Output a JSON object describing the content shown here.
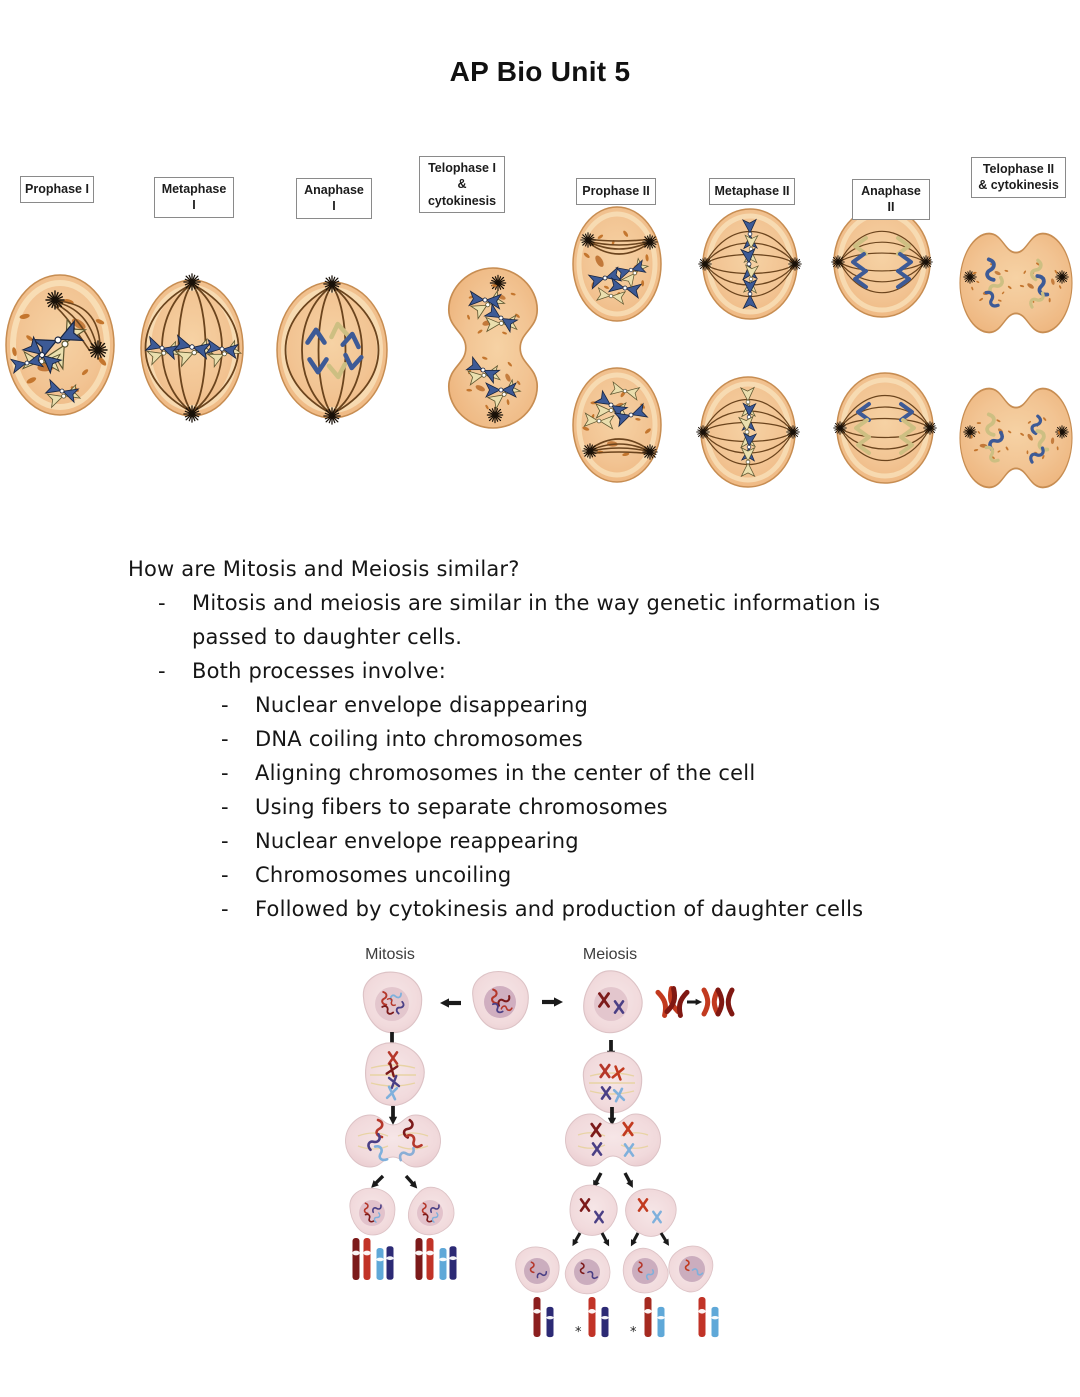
{
  "title": "AP Bio Unit 5",
  "stage_labels": [
    "Prophase I",
    "Metaphase I",
    "Anaphase I",
    "Telophase I\n& cytokinesis",
    "Prophase II",
    "Metaphase II",
    "Anaphase II",
    "Telophase II\n& cytokinesis"
  ],
  "notes": {
    "question": "How are Mitosis and Meiosis similar?",
    "dash": "-",
    "points": [
      "Mitosis and meiosis are similar in the way genetic information is passed to daughter cells.",
      "Both processes involve:"
    ],
    "sub_points": [
      "Nuclear envelope disappearing",
      "DNA coiling into chromosomes",
      "Aligning chromosomes in the center of the cell",
      "Using fibers to separate chromosomes",
      "Nuclear envelope reappearing",
      "Chromosomes uncoiling",
      "Followed by cytokinesis and production of daughter cells"
    ]
  },
  "comparison": {
    "left_label": "Mitosis",
    "right_label": "Meiosis",
    "recombinant_marker": "*"
  },
  "colors": {
    "cell_body": "#f2c493",
    "cell_outline": "#c78d52",
    "spindle": "#6b441d",
    "chromosome_blue": "#3d5a96",
    "chromosome_cream": "#eadfae",
    "organelle": "#c4762e",
    "pink_cell": "#f1dadc",
    "pink_nucleus": "#e3c6cd",
    "bar_dark_red": "#7c1a1a",
    "bar_red": "#c13327",
    "bar_light_blue": "#5fa8d8",
    "bar_navy": "#2c2a75",
    "arrow": "#1a1a1a"
  }
}
